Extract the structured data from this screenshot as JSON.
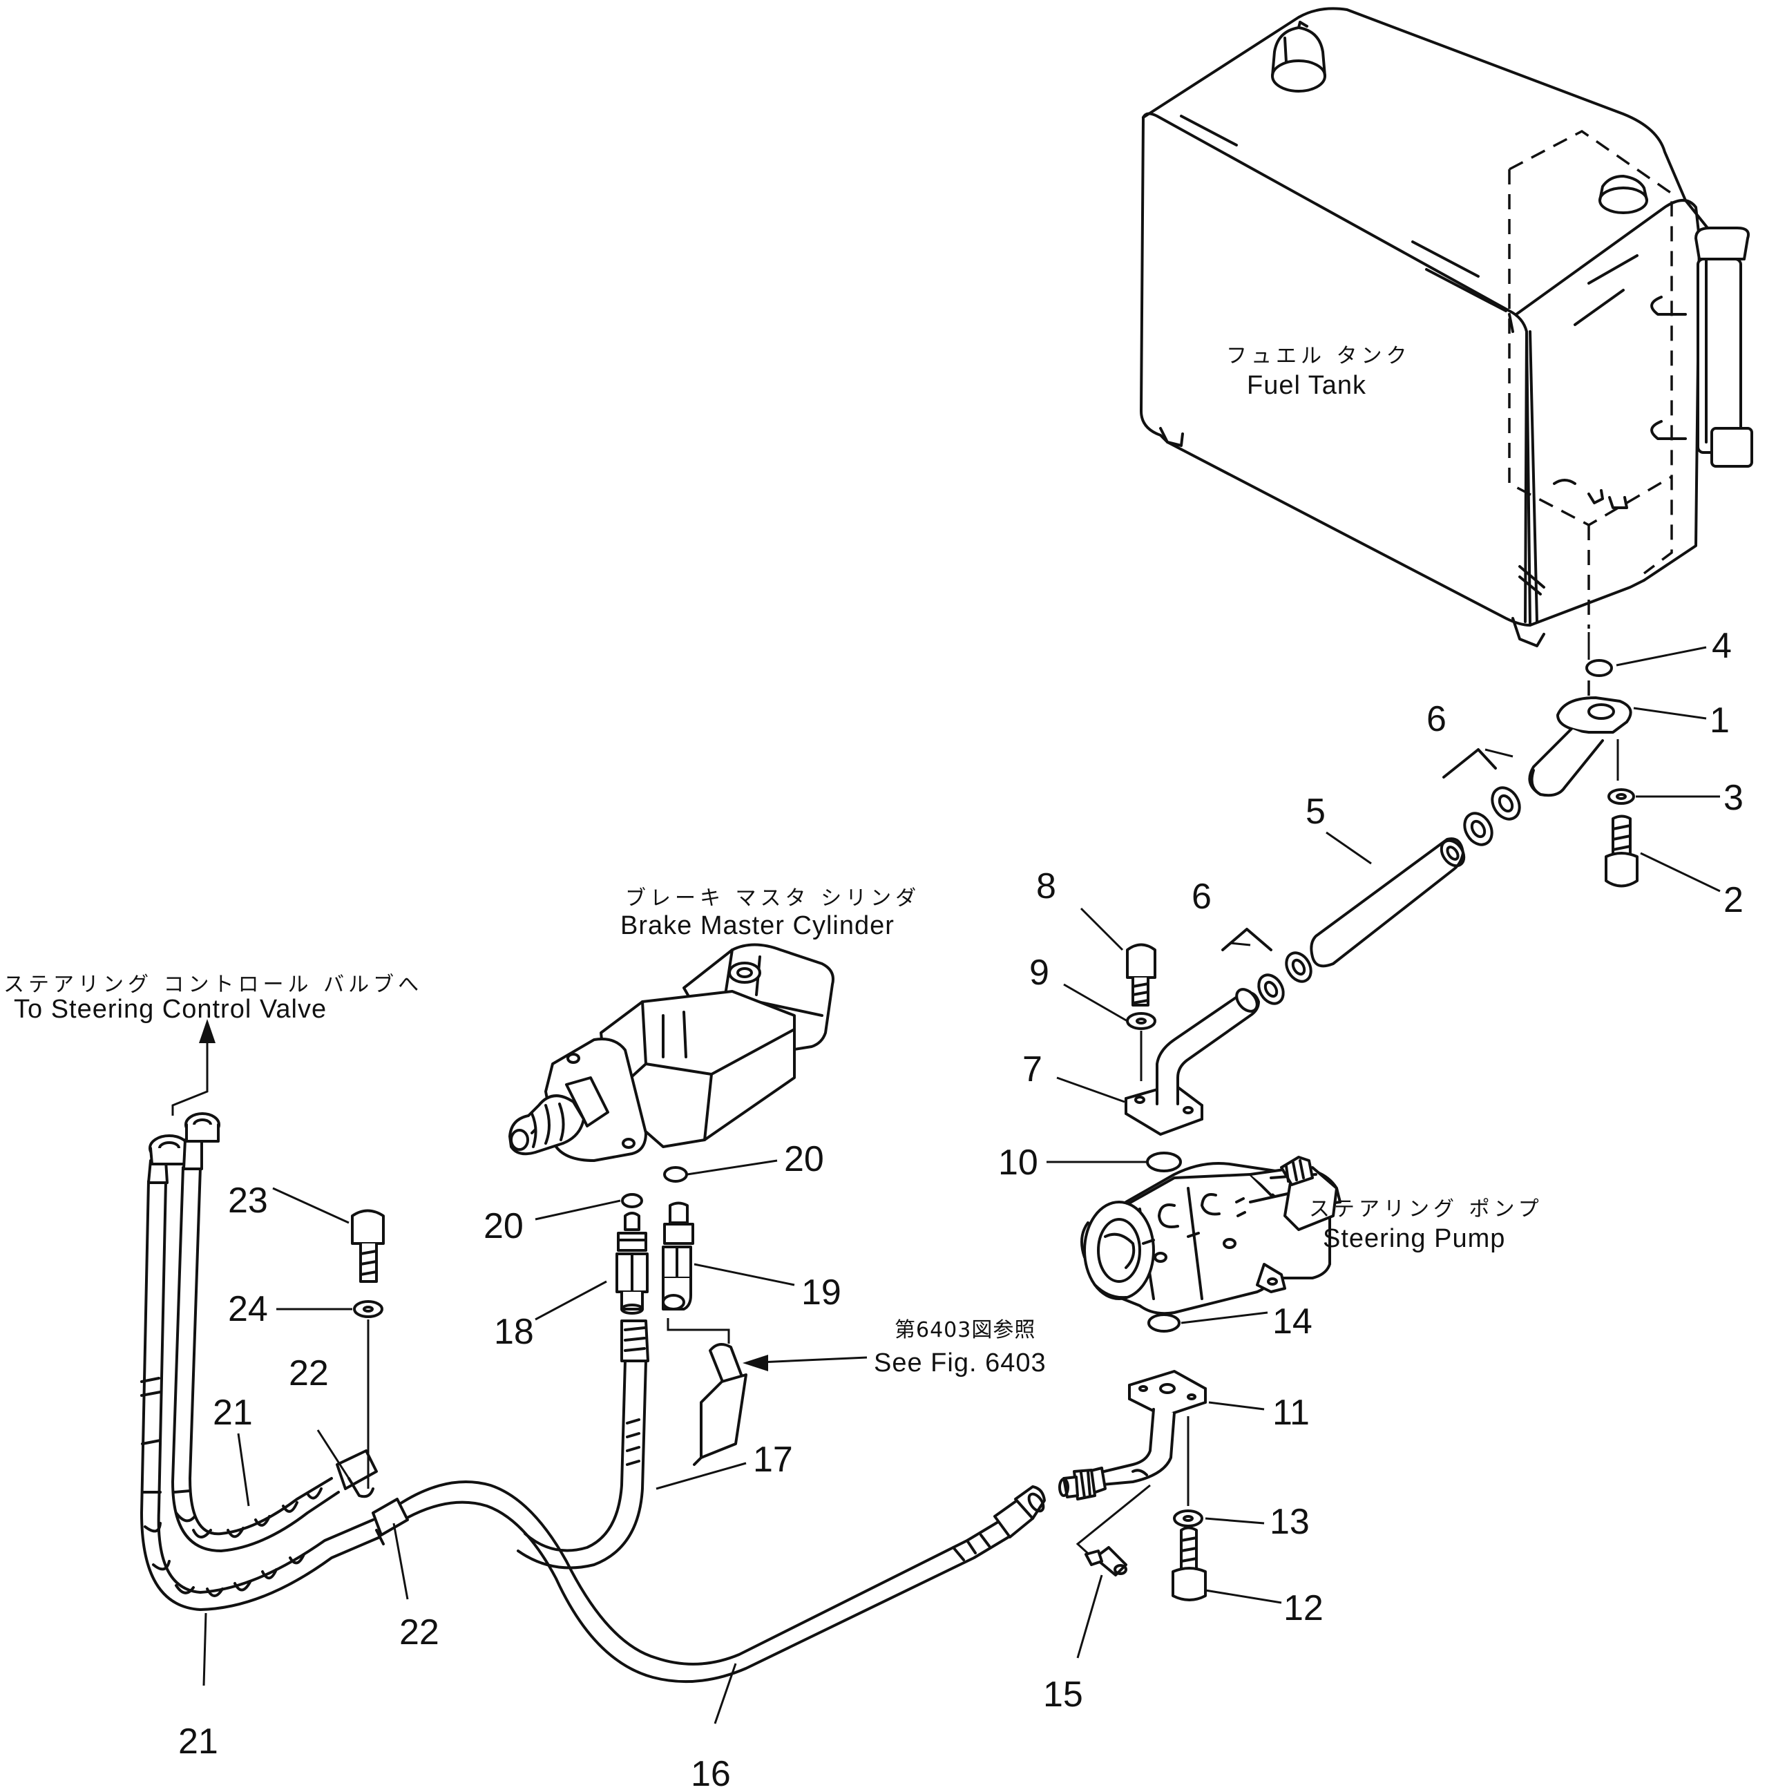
{
  "callouts": [
    "1",
    "2",
    "3",
    "4",
    "5",
    "6",
    "6",
    "7",
    "8",
    "9",
    "10",
    "11",
    "12",
    "13",
    "14",
    "15",
    "16",
    "17",
    "18",
    "19",
    "20",
    "20",
    "21",
    "21",
    "22",
    "22",
    "23",
    "24"
  ],
  "labels": {
    "fuel_tank_jp": "フュエル タンク",
    "fuel_tank_en": "Fuel Tank",
    "brake_master_jp": "ブレーキ マスタ シリンダ",
    "brake_master_en": "Brake Master Cylinder",
    "steering_valve_jp": "ステアリング コントロール バルブへ",
    "steering_valve_en": "To Steering Control Valve",
    "steering_pump_jp": "ステアリング ポンプ",
    "steering_pump_en": "Steering Pump",
    "see_fig_jp": "第6403図参照",
    "see_fig_en": "See Fig. 6403"
  }
}
